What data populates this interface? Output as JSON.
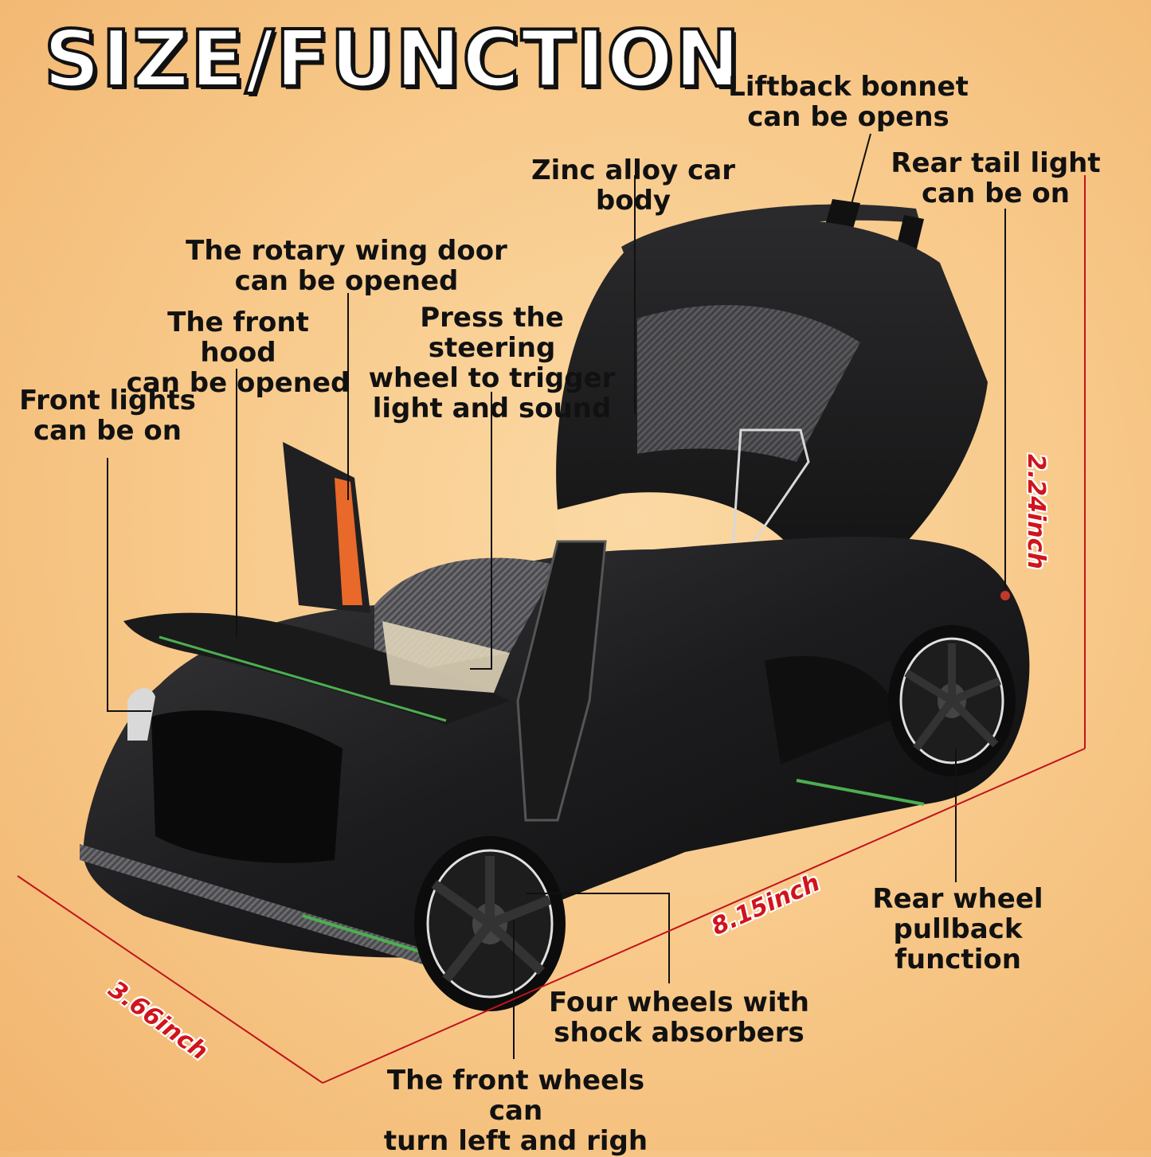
{
  "title": "SIZE/FUNCTION",
  "callouts": {
    "liftback": "Liftback bonnet\ncan be opens",
    "body": "Zinc alloy car body",
    "tail_light": "Rear tail light\ncan be on",
    "wing_door": "The rotary wing door\ncan be opened",
    "front_hood": "The front hood\ncan be opened",
    "steering": "Press the steering\nwheel to trigger\nlight and sound",
    "front_lights": "Front lights\ncan be on",
    "rear_wheel": "Rear wheel\npullback function",
    "shock": "Four wheels with\nshock absorbers",
    "front_wheels": "The front wheels can\nturn left and righ"
  },
  "dimensions": {
    "height": "2.24inch",
    "length": "8.15inch",
    "width": "3.66inch"
  },
  "colors": {
    "background": "#f7c787",
    "text": "#111111",
    "dimension": "#d0141d",
    "car_body": "#1c1c1e",
    "accent_green": "#4caf50",
    "accent_orange": "#e8692a"
  },
  "icons": {
    "car": "sports-car-model-icon"
  }
}
